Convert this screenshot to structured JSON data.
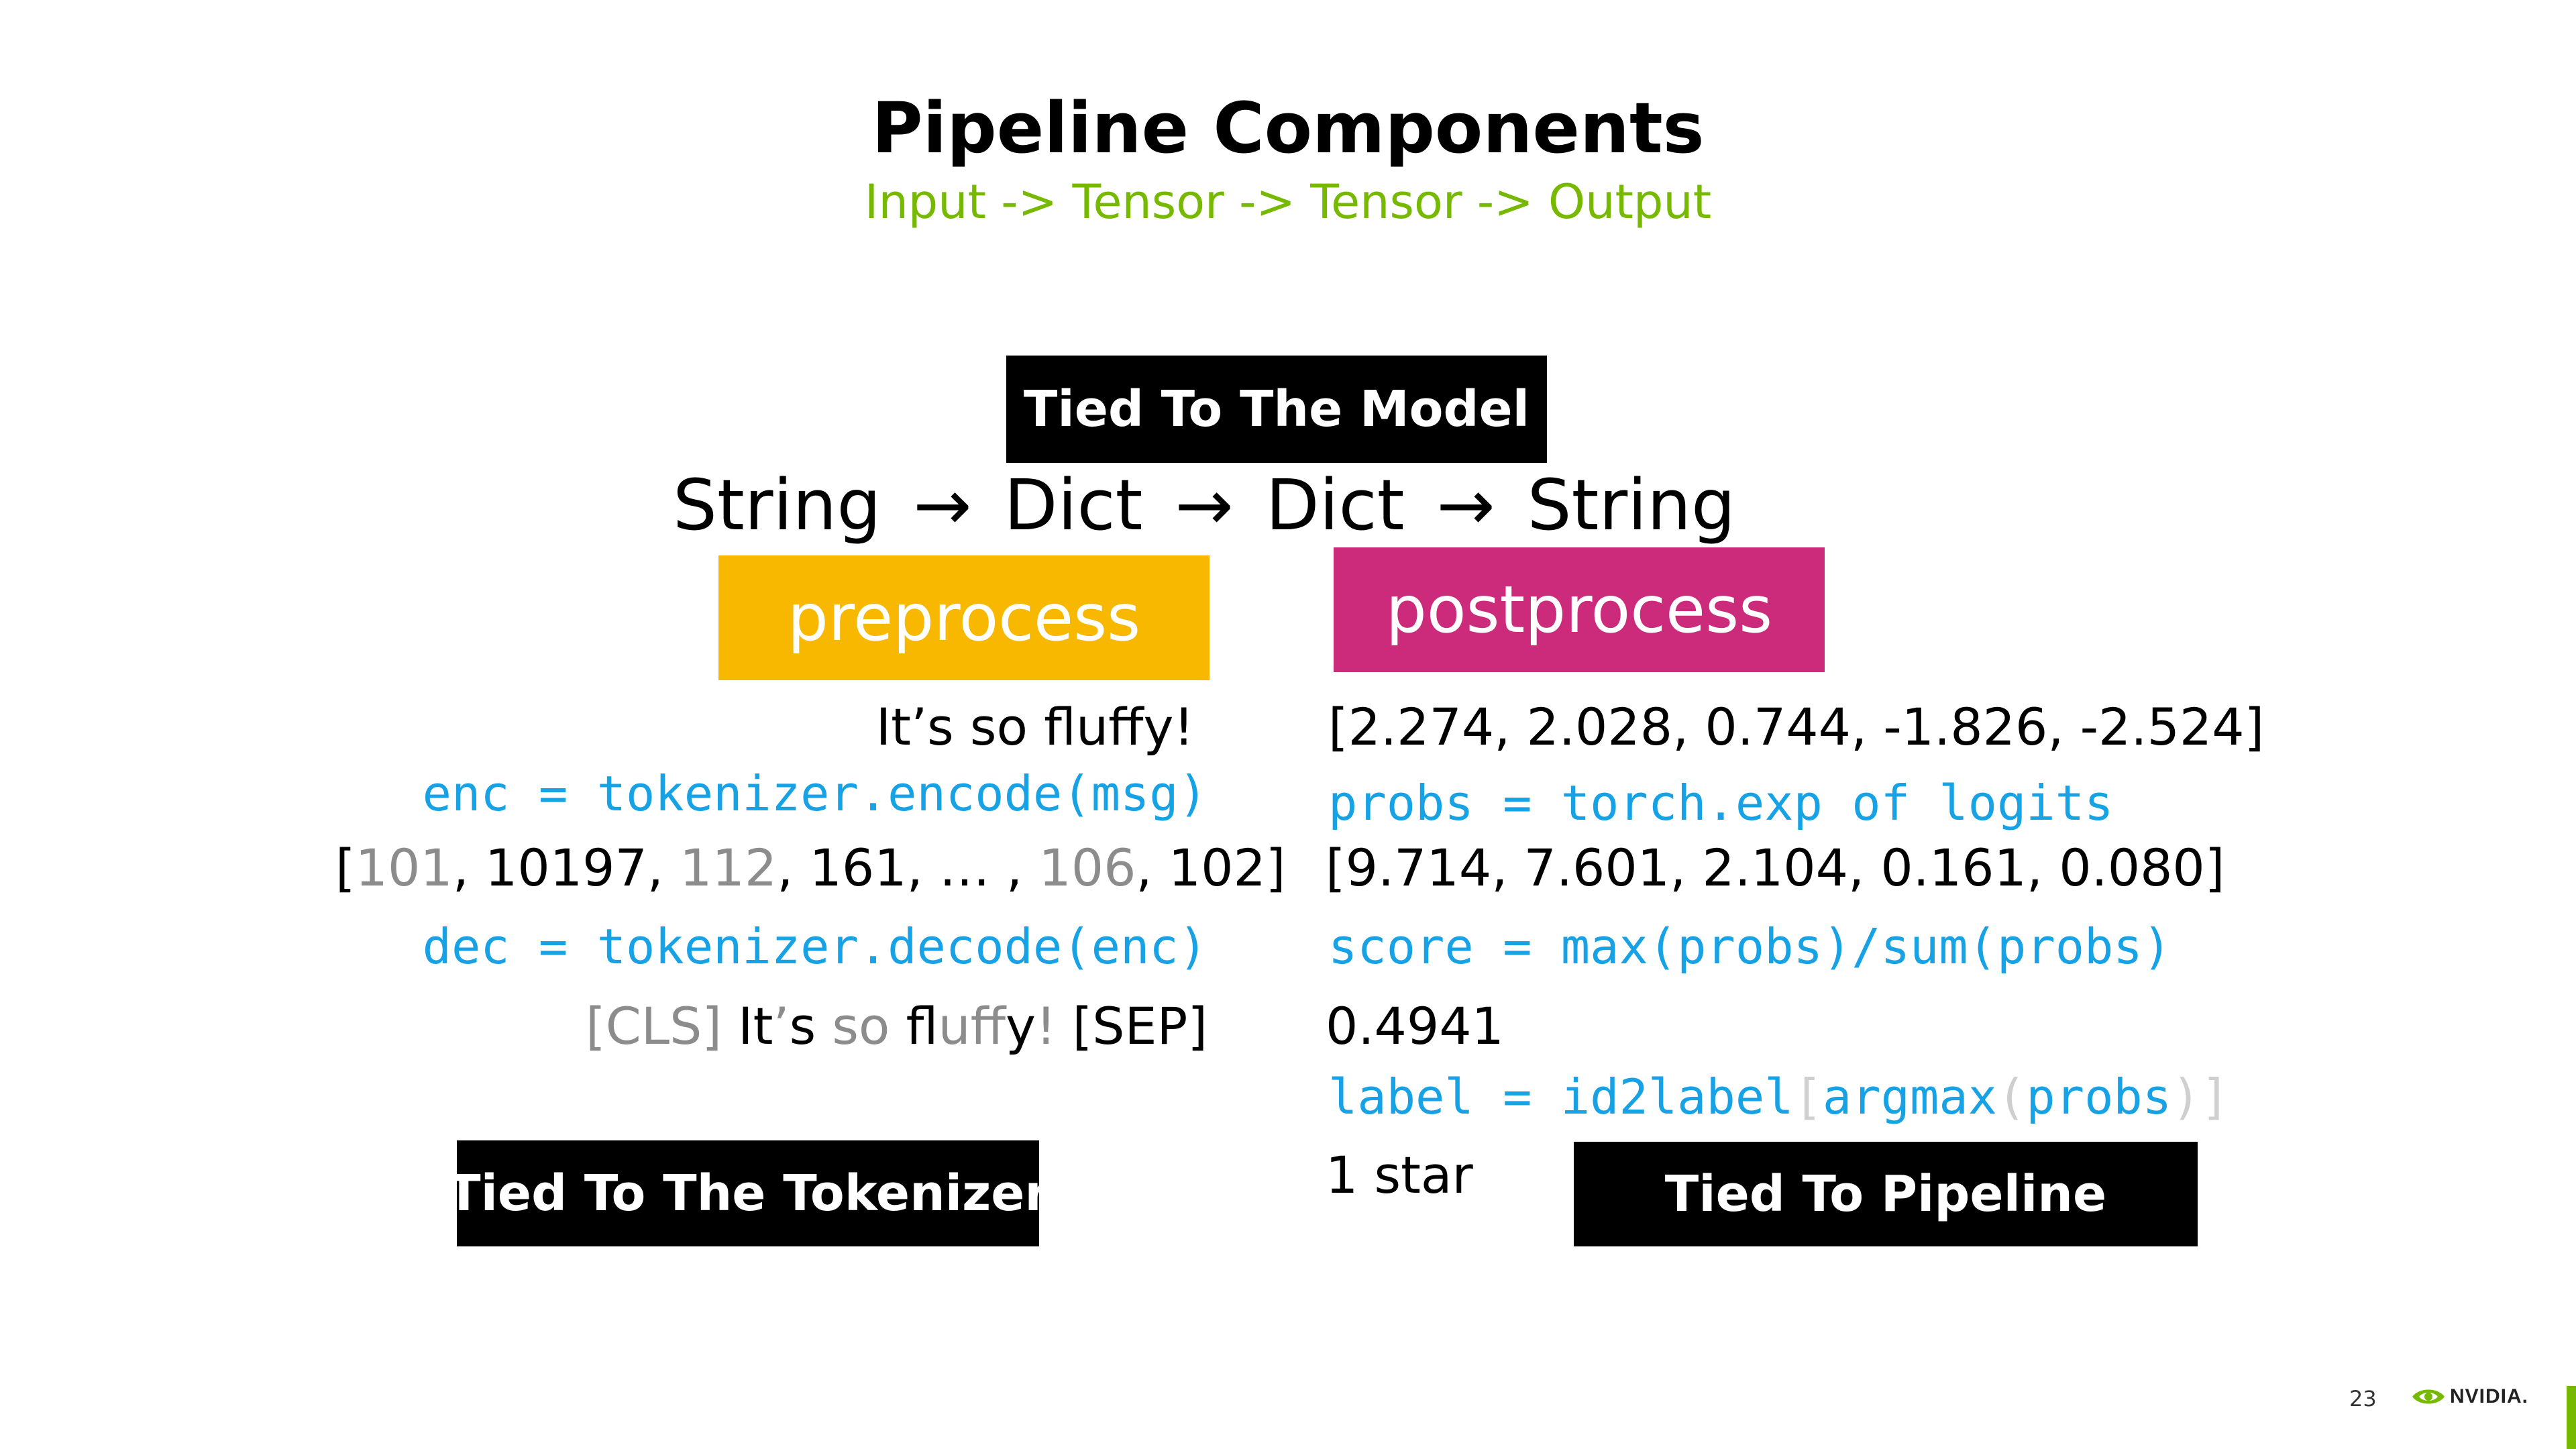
{
  "title": "Pipeline Components",
  "subtitle": "Input -> Tensor -> Tensor -> Output",
  "tied_model": "Tied To The Model",
  "tied_tokenizer": "Tied To The Tokenizer",
  "tied_pipeline": "Tied To Pipeline",
  "flow": {
    "s1": "String",
    "a1": "→",
    "s2": "Dict",
    "a2": "→",
    "s3": "Dict",
    "a3": "→",
    "s4": "String"
  },
  "preprocess": {
    "label": "preprocess",
    "color": "#f9b800",
    "input_text": "It’s so fluffy!",
    "encode_code": "enc = tokenizer.encode(msg)",
    "ids": {
      "open": "[",
      "t1": "101",
      "t2": ", 10197, ",
      "t3": "112",
      "t4": ", 161, … , ",
      "t5": "106",
      "t6": ", 102]"
    },
    "decode_code": "dec = tokenizer.decode(enc)",
    "decoded": {
      "cls": "[CLS]",
      "p1": " It",
      "p2": "’",
      "p3": "s ",
      "p4": "so",
      "p5": " fl",
      "p6": "uf",
      "p7": "fy",
      "p8": "!",
      "p9": " [SEP]"
    }
  },
  "postprocess": {
    "label": "postprocess",
    "color": "#cc2a7a",
    "logits": "[2.274,  2.028,  0.744, -1.826, -2.524]",
    "probs_code": "probs = torch.exp of logits",
    "probs": "[9.714, 7.601, 2.104, 0.161, 0.080]",
    "score_code": "score = max(probs)/sum(probs)",
    "score": "0.4941",
    "label_code": {
      "p1": "label = id2label",
      "p2": "[",
      "p3": "argmax",
      "p4": "(",
      "p5": "probs",
      "p6": ")",
      "p7": "]"
    },
    "label_value": "1 star"
  },
  "footer": {
    "page_number": "23",
    "logo_text": "NVIDIA.",
    "accent": "#76b900"
  }
}
